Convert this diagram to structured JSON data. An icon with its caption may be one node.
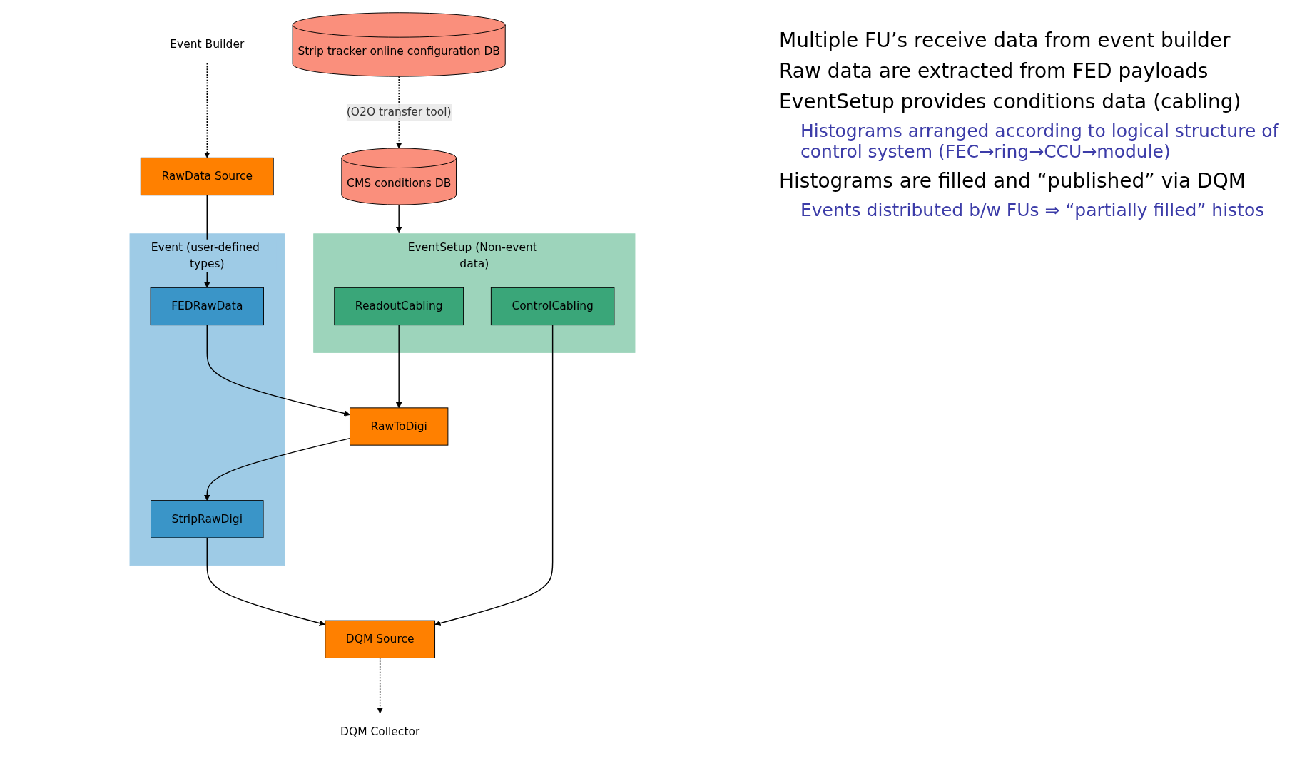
{
  "diagram": {
    "nodes": [
      {
        "text": [
          "Strip tracker online configuration DB"
        ]
      },
      {
        "text": [
          "CMS conditions DB"
        ]
      },
      {
        "text": [
          "EventSetup (Non-event data)"
        ]
      },
      {
        "text": [
          "ReadoutCabling"
        ],
        "in": 2
      },
      {
        "text": [
          "ControlCabling"
        ],
        "in": 2
      },
      {
        "text": [
          "Event Builder"
        ]
      },
      {
        "text": [
          "RawData Source"
        ]
      },
      {
        "text": [
          "RawToDigi"
        ]
      },
      {
        "text": [
          "DQM Source"
        ]
      },
      {
        "text": [
          "DQM Collector"
        ]
      },
      {
        "text": [
          "Event (user-defined types)"
        ]
      },
      {
        "text": [
          "FEDRawData"
        ],
        "in": 10
      },
      {
        "text": [
          "StripRawDigi"
        ],
        "in": 10
      }
    ],
    "edges": [
      {
        "from": 0,
        "to": 1,
        "arrow": "to",
        "style": "dashed",
        "label": "(O2O transfer tool)"
      },
      {
        "from": 1,
        "to": 2,
        "arrow": "to"
      },
      {
        "from": 3,
        "to": 7,
        "arrow": "to"
      },
      {
        "from": 4,
        "to": 8,
        "arrow": "to"
      },
      {
        "from": 5,
        "to": 6,
        "arrow": "to",
        "style": "dashed"
      },
      {
        "from": 8,
        "to": 9,
        "arrow": "to",
        "style": "dashed"
      },
      {
        "from": 6,
        "to": 11,
        "arrow": "to"
      },
      {
        "from": 11,
        "to": 7,
        "arrow": "to"
      },
      {
        "from": 7,
        "to": 12,
        "arrow": "to"
      },
      {
        "from": 12,
        "to": 8,
        "arrow": "to"
      }
    ],
    "labels": [
      "Multiple FU’s receive data from event builder",
      "Raw data are extracted from FED payloads",
      "EventSetup provides conditions data (cabling)",
      "Histograms arranged according to logical structure of control system (FEC→ring→CCU→module)",
      "Histograms are filled and “published” via DQM",
      "Events distributed b/w FUs ⇒ “partially filled” histos"
    ]
  }
}
